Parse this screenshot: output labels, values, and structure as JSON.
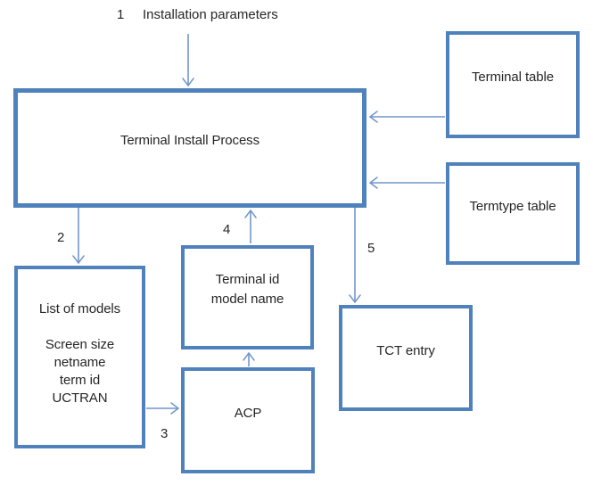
{
  "diagram": {
    "labels": {
      "step1_number": "1",
      "installation_parameters": "Installation parameters",
      "step2": "2",
      "step3": "3",
      "step4": "4",
      "step5": "5"
    },
    "boxes": {
      "process": {
        "label": "Terminal Install Process"
      },
      "terminal_table": {
        "label": "Terminal table"
      },
      "termtype_table": {
        "label": "Termtype table"
      },
      "list_of_models": {
        "lines": [
          "List of models",
          "",
          "Screen size",
          "netname",
          "term id",
          "UCTRAN"
        ]
      },
      "terminal_id": {
        "lines": [
          "Terminal id",
          "model name"
        ]
      },
      "acp": {
        "label": "ACP"
      },
      "tct_entry": {
        "label": "TCT entry"
      }
    }
  },
  "colors": {
    "box_border": "#4f81bd",
    "arrow": "#7296cb",
    "text": "#262626",
    "background": "#ffffff"
  }
}
